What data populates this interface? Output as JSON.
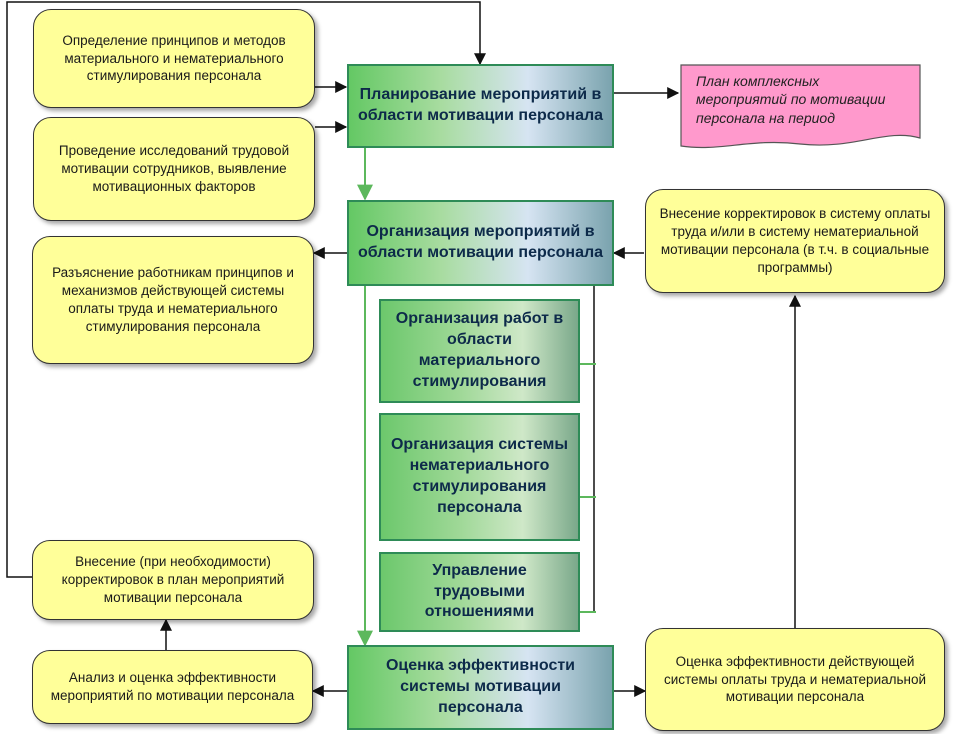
{
  "process": {
    "planning": "Планирование мероприятий в области мотивации персонала",
    "organization": "Организация мероприятий в области мотивации персонала",
    "material": "Организация работ в области материального стимулирования",
    "nonmaterial": "Организация системы нематериального стимулирования персонала",
    "labor": "Управление трудовыми отношениями",
    "evaluation": "Оценка эффективности системы мотивации персонала"
  },
  "inputs": {
    "principles": "Определение  принципов и методов материального и нематериального стимулирования персонала",
    "research": "Проведение исследований трудовой мотивации сотрудников, выявление мотивационных факторов",
    "explanation": "Разъяснение работникам принципов и механизмов действующей системы оплаты труда и нематериального стимулирования персонала",
    "plan_corrections": "Внесение  (при необходимости) корректировок в план мероприятий мотивации персонала",
    "analysis": "Анализ и оценка эффективности мероприятий по мотивации персонала",
    "system_corrections": "Внесение корректировок в систему оплаты труда и/или в систему нематериальной мотивации персонала (в т.ч. в социальные  программы)",
    "system_evaluation": "Оценка эффективности действующей системы оплаты труда и нематериальной  мотивации персонала"
  },
  "output": {
    "plan_document": "План комплексных мероприятий по мотивации персонала на период"
  },
  "colors": {
    "box_fill": "#ffff99",
    "process_border": "#2e8b57",
    "document_fill": "#ff99cc",
    "green_arrow": "#5cb85c"
  }
}
